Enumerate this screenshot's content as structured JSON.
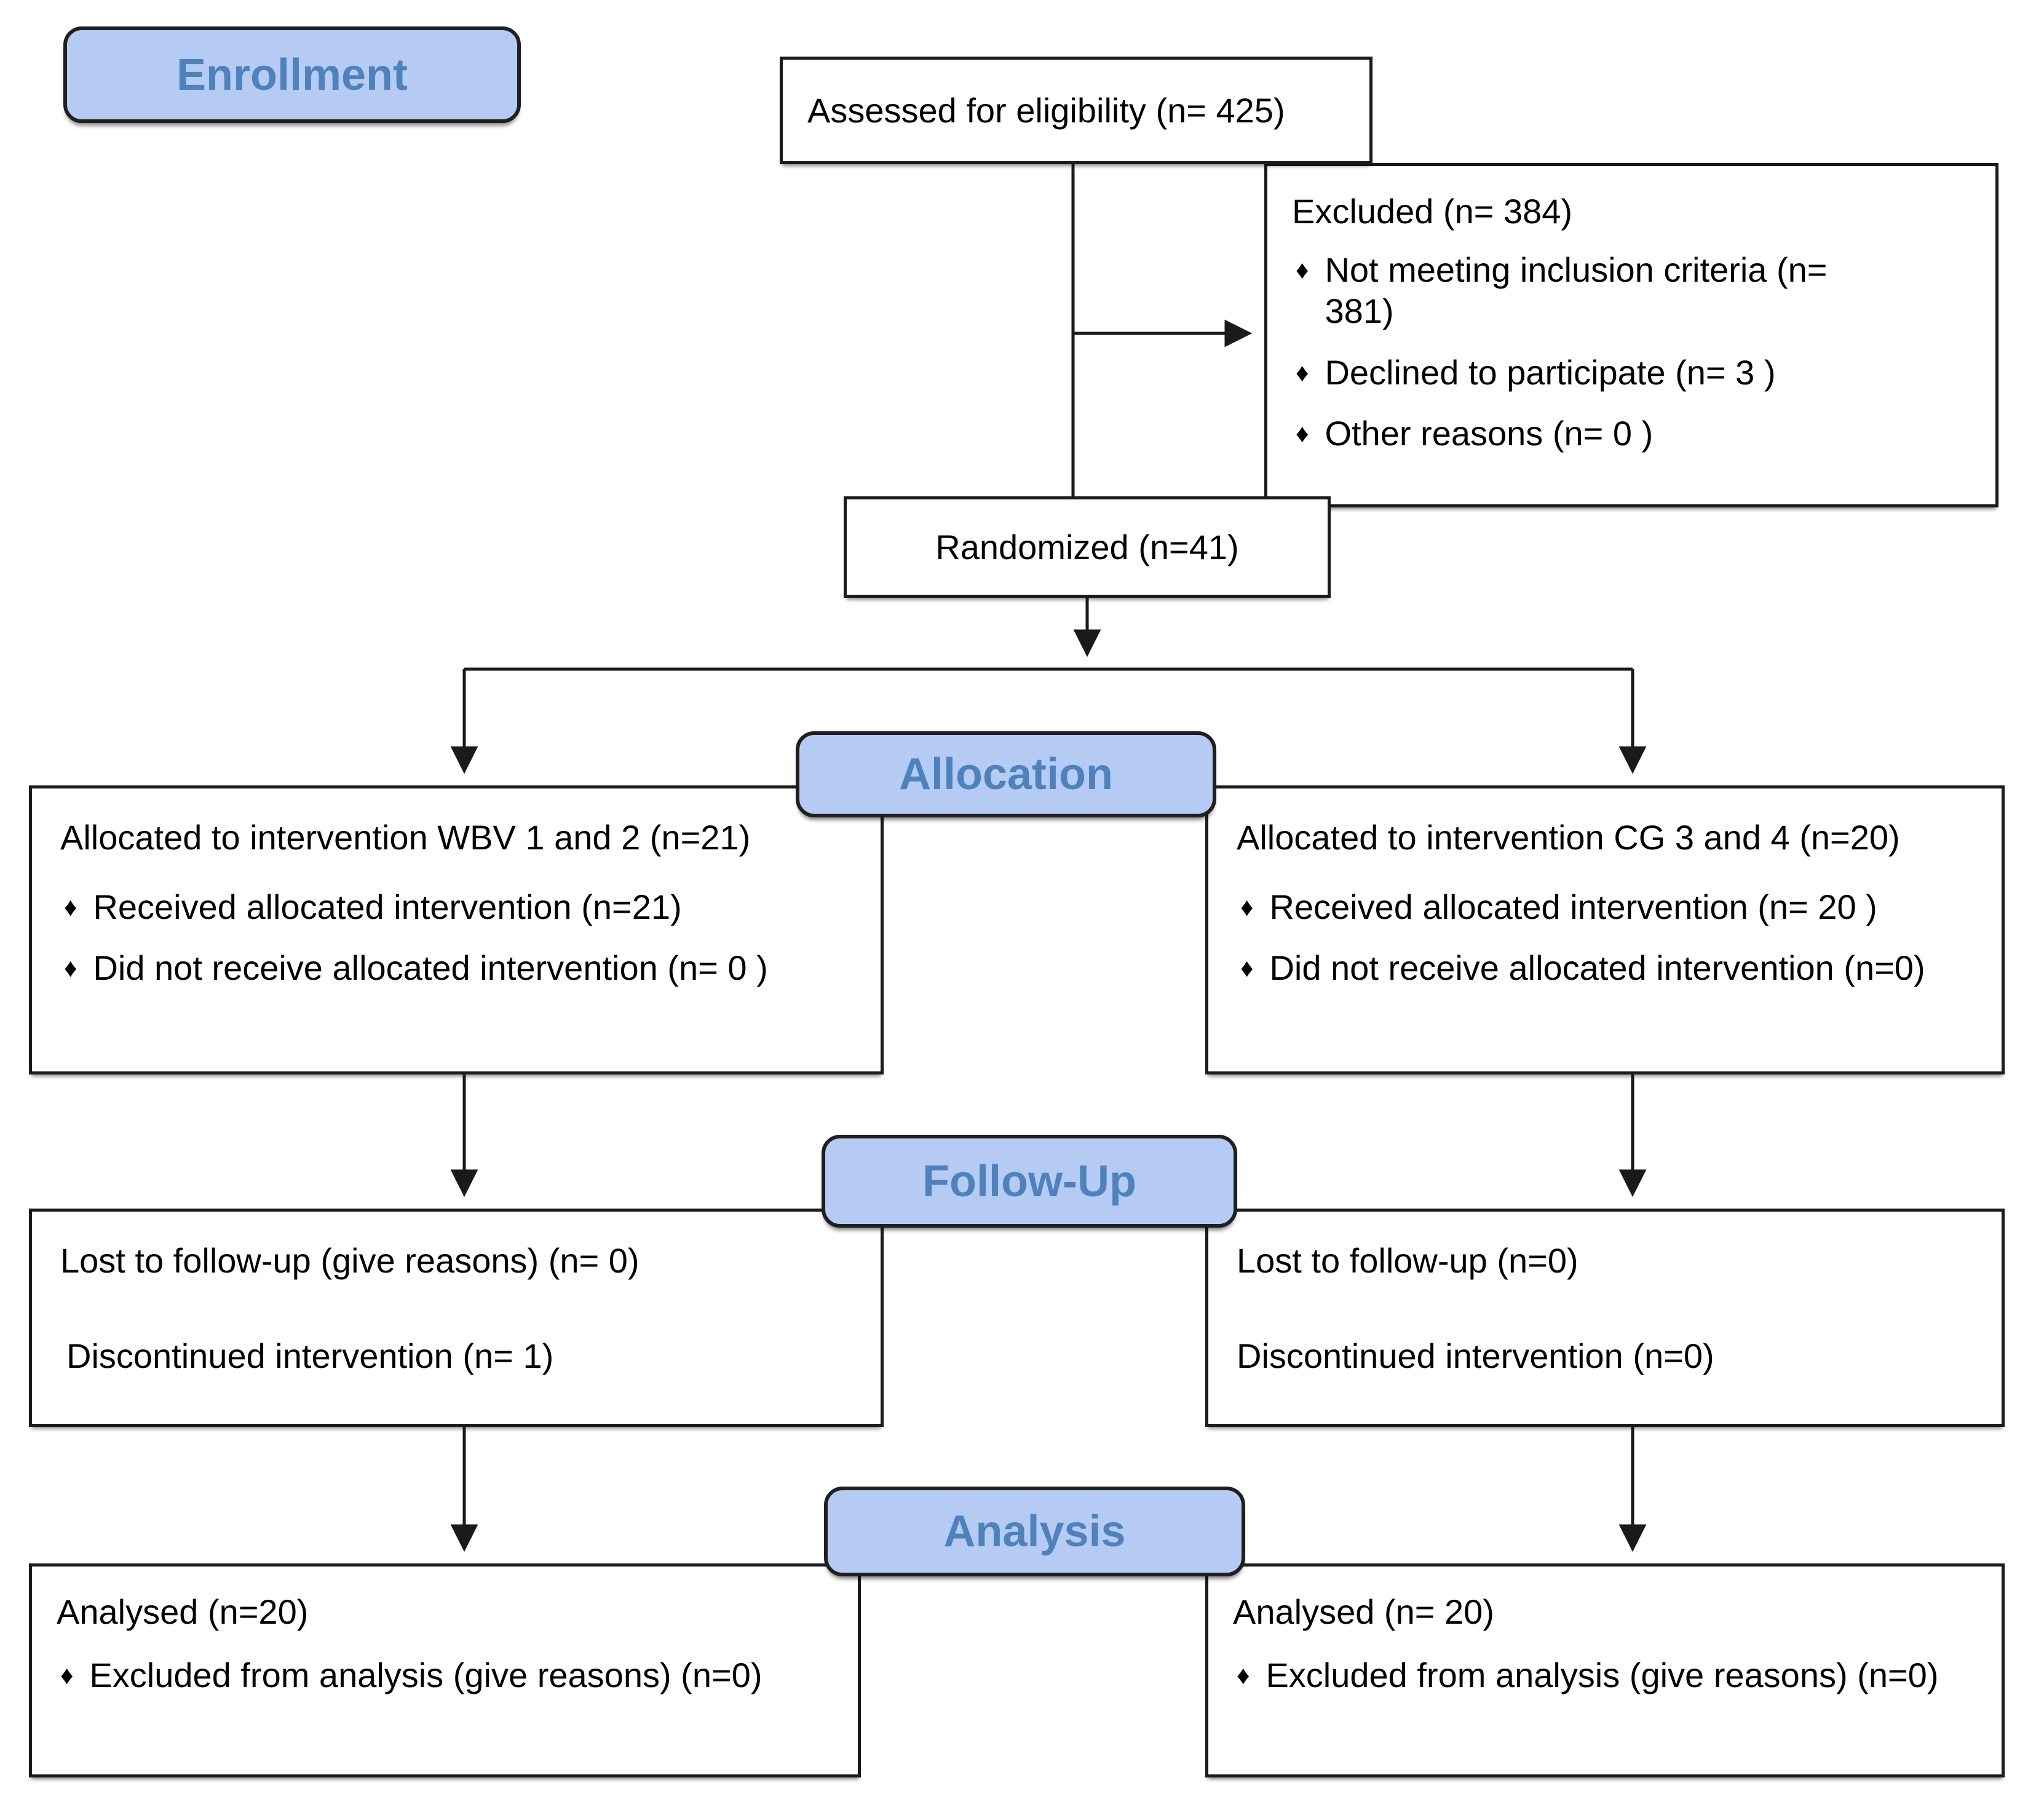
{
  "colors": {
    "label_fill": "#b6cbf3",
    "label_text": "#4f82bd",
    "box_border": "#1b1b1b",
    "line_color": "#1a1a1a",
    "background": "#ffffff"
  },
  "icons": {
    "bullet": "♦"
  },
  "stage_labels": {
    "enrollment": "Enrollment",
    "allocation": "Allocation",
    "follow_up": "Follow-Up",
    "analysis": "Analysis"
  },
  "boxes": {
    "assessed": {
      "text": "Assessed for eligibility (n= 425)"
    },
    "excluded": {
      "title": "Excluded (n= 384)",
      "bullets": [
        "Not meeting inclusion criteria (n= 381)",
        "Declined to participate (n= 3 )",
        "Other reasons (n= 0 )"
      ]
    },
    "randomized": {
      "text": "Randomized (n=41)"
    },
    "allocation_left": {
      "title": "Allocated to intervention WBV 1 and 2 (n=21)",
      "bullets": [
        "Received allocated intervention (n=21)",
        "Did not receive allocated intervention (n= 0 )"
      ]
    },
    "allocation_right": {
      "title": "Allocated to intervention CG 3 and 4 (n=20)",
      "bullets": [
        "Received allocated intervention (n= 20 )",
        "Did not receive allocated intervention (n=0)"
      ]
    },
    "follow_up_left": {
      "lines": [
        "Lost to follow-up (give reasons) (n= 0)",
        "Discontinued intervention (n= 1)"
      ]
    },
    "follow_up_right": {
      "lines": [
        "Lost to follow-up (n=0)",
        "Discontinued intervention (n=0)"
      ]
    },
    "analysis_left": {
      "title": "Analysed (n=20)",
      "bullets": [
        "Excluded from analysis (give reasons) (n=0)"
      ]
    },
    "analysis_right": {
      "title": "Analysed (n= 20)",
      "bullets": [
        "Excluded from analysis (give reasons) (n=0)"
      ]
    }
  }
}
